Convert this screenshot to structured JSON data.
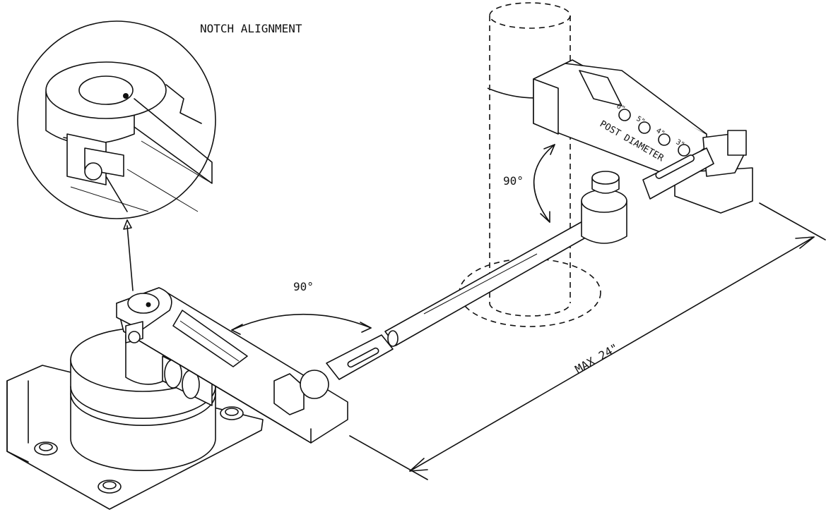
{
  "labels": {
    "notch_alignment": "NOTCH ALIGNMENT",
    "angle_top": "90°",
    "angle_bottom": "90°",
    "max_length": "MAX 24\"",
    "post_diameter": "POST DIAMETER",
    "size_3": "3\"",
    "size_4": "4\"",
    "size_5": "5\"",
    "size_6": "6\""
  }
}
